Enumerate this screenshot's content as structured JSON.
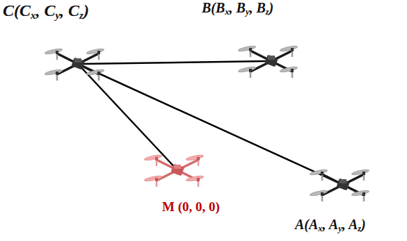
{
  "diagram": {
    "nodes": [
      {
        "text": [
          "C(Cx, Cy, Cz)"
        ]
      },
      {
        "text": [
          "B(Bx, By, Bz)"
        ]
      },
      {
        "text": [
          "M (0, 0, 0)"
        ]
      },
      {
        "text": [
          "A(Ax, Ay, Az)"
        ]
      }
    ],
    "edges": [
      {
        "from": 0,
        "to": 1,
        "arrow": "none"
      },
      {
        "from": 0,
        "to": 2,
        "arrow": "none"
      },
      {
        "from": 0,
        "to": 3,
        "arrow": "none"
      }
    ]
  }
}
